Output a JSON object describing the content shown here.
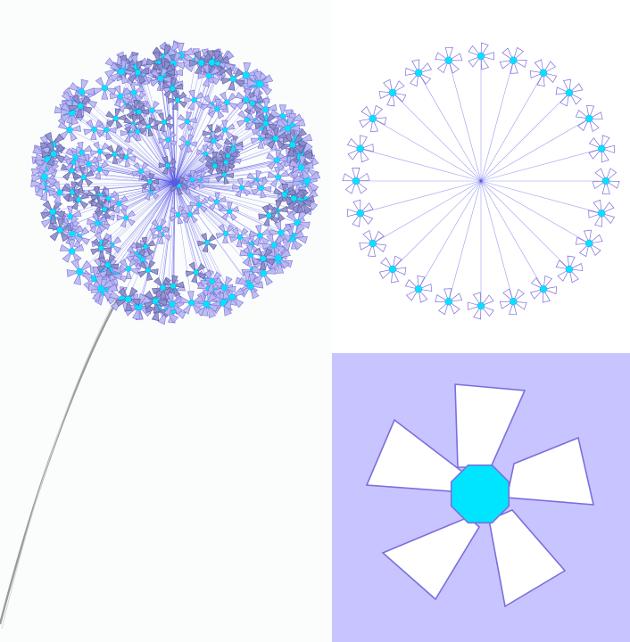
{
  "colors": {
    "page_background": "#ffffff",
    "left_background": "#fbfdfd",
    "stem": "#9a9a9a",
    "ray": "#5a5ae8",
    "petal_fill": "#ffffff",
    "petal_fill_dark": "#b8b8ee",
    "petal_stroke": "#7a6fdc",
    "petal_stroke_dark": "#5b5a9e",
    "center": "#00e5ff",
    "detail_background": "#c8c4ff"
  },
  "panels": [
    {
      "name": "3d-dandelion-flowerhead",
      "icon": "dandelion-icon"
    },
    {
      "name": "radial-ring-of-florets",
      "icon": "ring-diagram-icon",
      "floret_count": 24
    },
    {
      "name": "single-floret-closeup",
      "icon": "floret-icon",
      "petal_count": 5
    }
  ]
}
